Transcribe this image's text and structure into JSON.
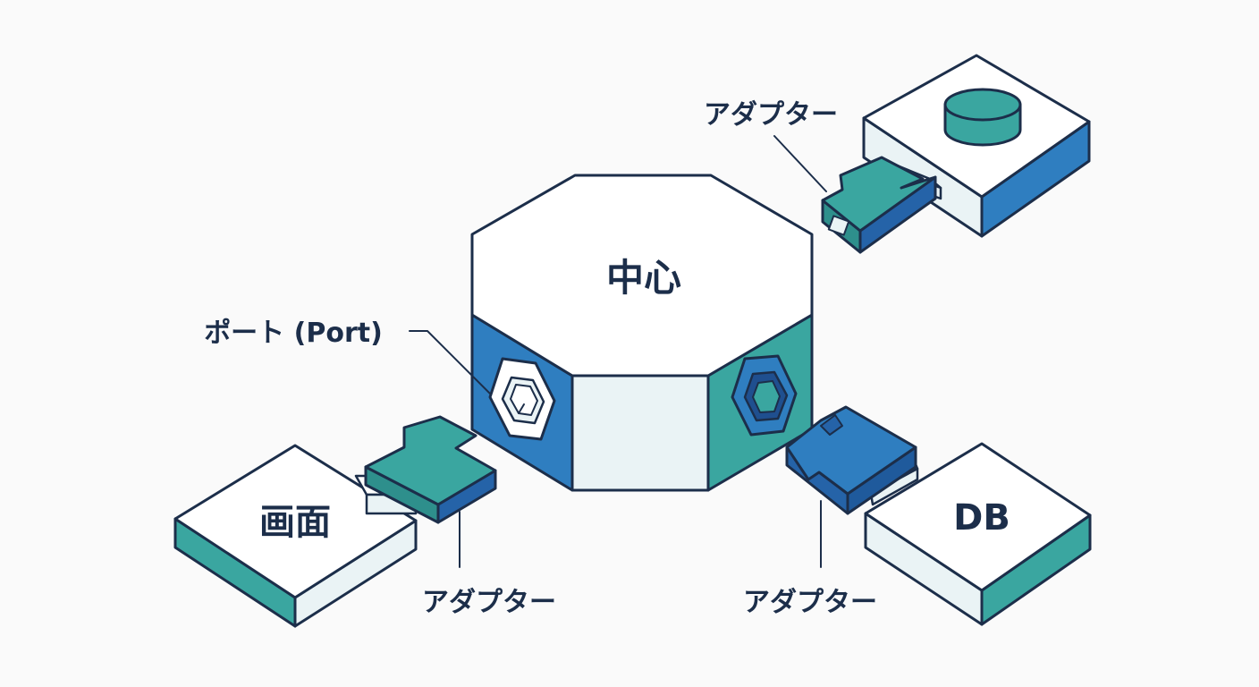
{
  "colors": {
    "outline": "#1c2e4a",
    "white": "#ffffff",
    "pale": "#eaf3f5",
    "teal": "#3aa6a0",
    "teal_dark": "#2e8f8c",
    "blue": "#2f7ec0",
    "blue_dark": "#2563a8",
    "background": "#fafafa"
  },
  "labels": {
    "core": "中心",
    "port": "ポート (Port)",
    "screen": "画面",
    "db": "DB",
    "adapter_top": "アダプター",
    "adapter_left": "アダプター",
    "adapter_right": "アダプター"
  },
  "icons": {
    "port_left": "hexagon-port-icon",
    "port_right": "hexagon-port-icon",
    "storage": "cylinder-icon"
  }
}
